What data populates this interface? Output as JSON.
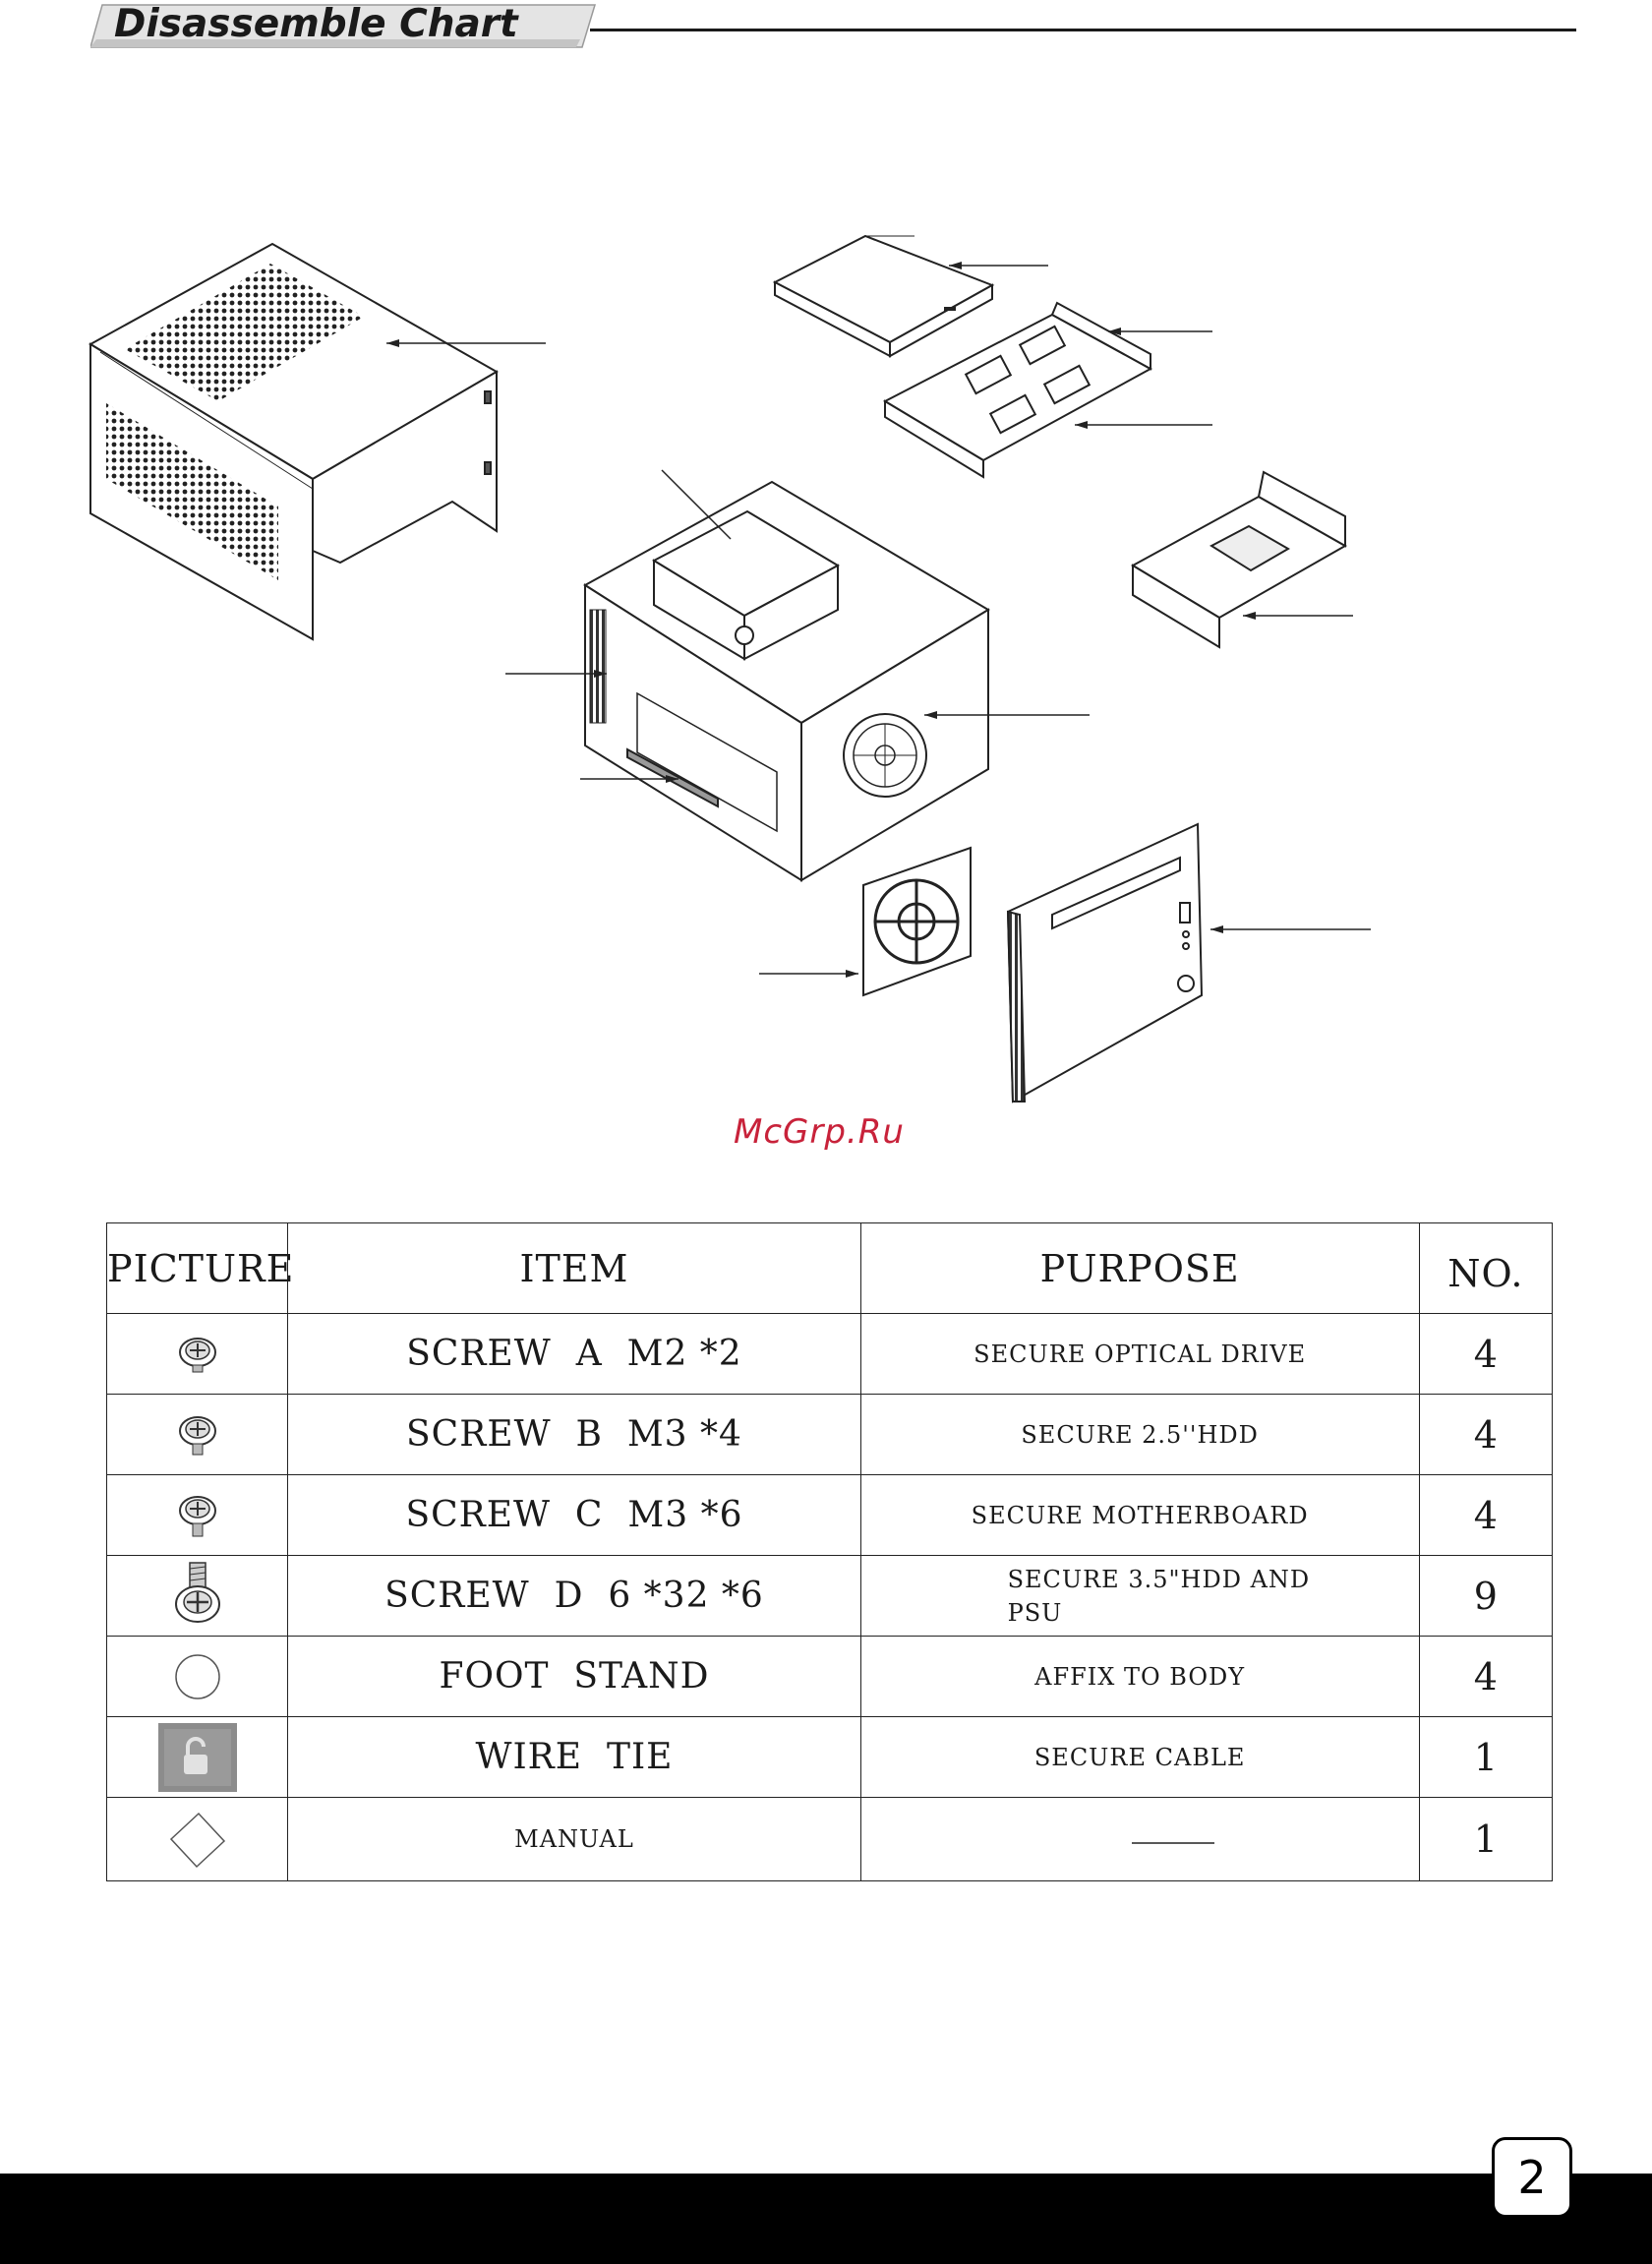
{
  "header": {
    "title": "Disassemble Chart"
  },
  "watermark": "McGrp.Ru",
  "table": {
    "headers": {
      "picture": "PICTURE",
      "item": "ITEM",
      "purpose": "PURPOSE",
      "no": "NO."
    },
    "rows": [
      {
        "picture": "screw-a-icon",
        "item": "SCREW  A  M2 *2",
        "purpose": "SECURE OPTICAL DRIVE",
        "no": "4"
      },
      {
        "picture": "screw-b-icon",
        "item": "SCREW  B  M3 *4",
        "purpose": "SECURE 2.5''HDD",
        "no": "4"
      },
      {
        "picture": "screw-c-icon",
        "item": "SCREW  C  M3 *6",
        "purpose": "SECURE MOTHERBOARD",
        "no": "4"
      },
      {
        "picture": "screw-d-icon",
        "item": "SCREW  D  6 *32 *6",
        "purpose": "SECURE 3.5\"HDD AND\nPSU",
        "no": "9"
      },
      {
        "picture": "foot-stand-icon",
        "item": "FOOT  STAND",
        "purpose": "AFFIX TO BODY",
        "no": "4"
      },
      {
        "picture": "wire-tie-icon",
        "item": "WIRE  TIE",
        "purpose": "SECURE CABLE",
        "no": "1"
      },
      {
        "picture": "manual-icon",
        "item": "MANUAL",
        "purpose": "",
        "no": "1"
      }
    ]
  },
  "page_number": "2"
}
